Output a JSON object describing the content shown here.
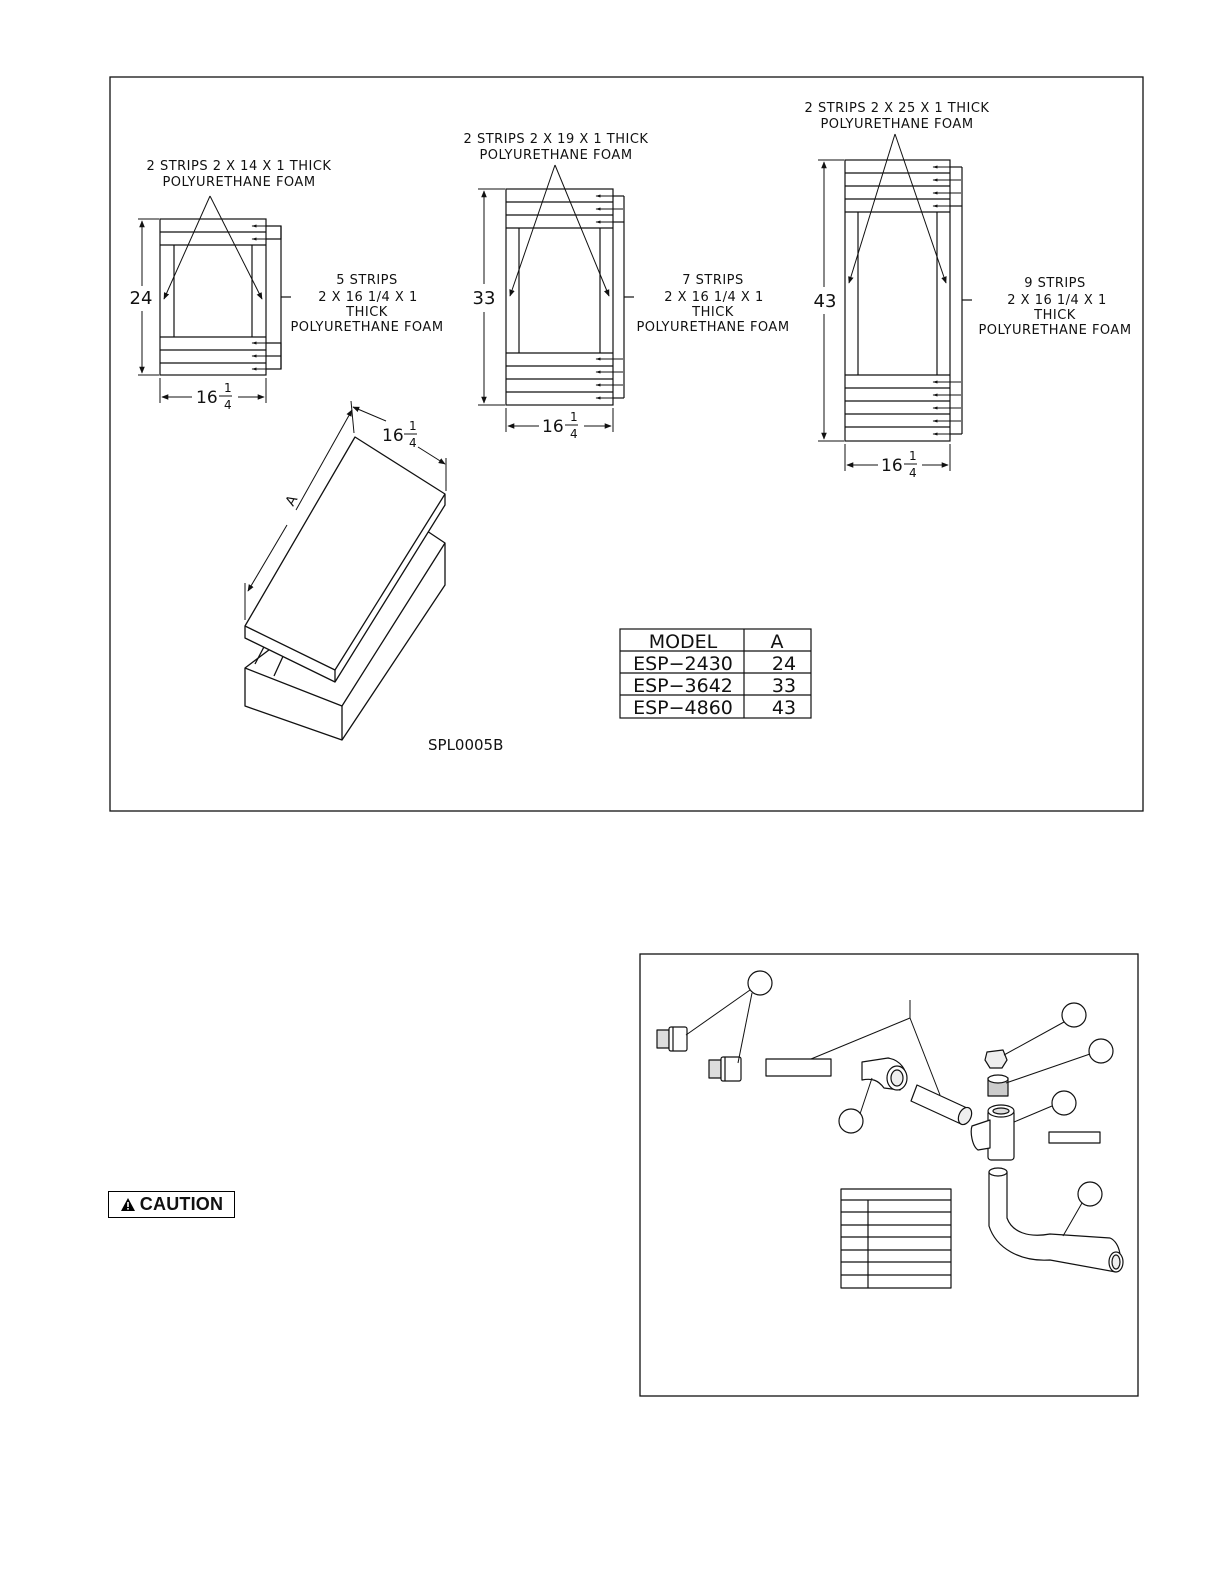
{
  "diagram_foam": {
    "small_box": {
      "top_label_line1": "2  STRIPS  2  X  14  X  1  THICK",
      "top_label_line2": "POLYURETHANE  FOAM",
      "side_label_line1": "5  STRIPS",
      "side_label_line2": "2  X  16  1/4  X  1",
      "side_label_line3": "THICK",
      "side_label_line4": "POLYURETHANE  FOAM",
      "height_dim": "24",
      "width_whole": "16",
      "width_num": "1",
      "width_den": "4"
    },
    "medium_box": {
      "top_label_line1": "2  STRIPS  2  X  19  X  1  THICK",
      "top_label_line2": "POLYURETHANE  FOAM",
      "side_label_line1": "7  STRIPS",
      "side_label_line2": "2  X  16  1/4  X  1",
      "side_label_line3": "THICK",
      "side_label_line4": "POLYURETHANE  FOAM",
      "height_dim": "33",
      "width_whole": "16",
      "width_num": "1",
      "width_den": "4"
    },
    "large_box": {
      "top_label_line1": "2  STRIPS  2  X  25  X  1  THICK",
      "top_label_line2": "POLYURETHANE  FOAM",
      "side_label_line1": "9  STRIPS",
      "side_label_line2": "2  X  16  1/4  X  1",
      "side_label_line3": "THICK",
      "side_label_line4": "POLYURETHANE  FOAM",
      "height_dim": "43",
      "width_whole": "16",
      "width_num": "1",
      "width_den": "4"
    },
    "iso_box": {
      "length_label": "A",
      "width_whole": "16",
      "width_num": "1",
      "width_den": "4"
    },
    "model_table": {
      "headers": [
        "MODEL",
        "A"
      ],
      "rows": [
        [
          "ESP−2430",
          "24"
        ],
        [
          "ESP−3642",
          "33"
        ],
        [
          "ESP−4860",
          "43"
        ]
      ]
    },
    "drawing_ref": "SPL0005B"
  },
  "caution": {
    "label": "CAUTION"
  }
}
